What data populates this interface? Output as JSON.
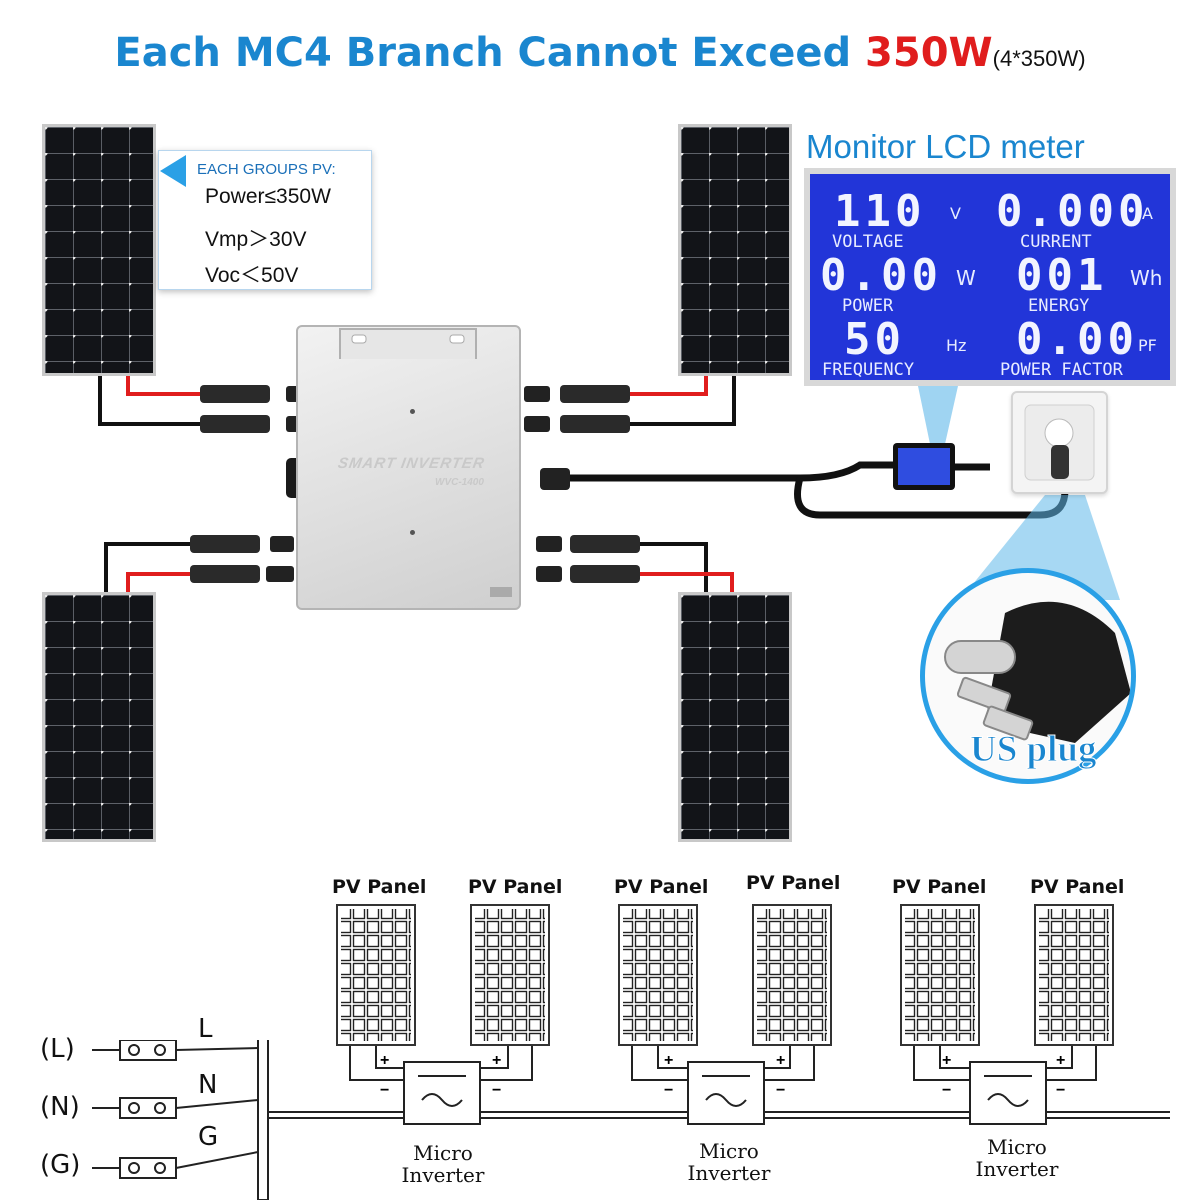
{
  "title": {
    "main": "Each MC4 Branch Cannot Exceed ",
    "highlight": "350W",
    "sub": "(4*350W)"
  },
  "spec_box": {
    "heading": "EACH GROUPS PV:",
    "lines": [
      "Power≤350W",
      "Vmp＞30V",
      "Voc＜50V"
    ]
  },
  "lcd": {
    "title": "Monitor LCD meter",
    "voltage": {
      "value": "110",
      "unit": "V",
      "label": "VOLTAGE"
    },
    "current": {
      "value": "0.000",
      "unit": "A",
      "label": "CURRENT"
    },
    "power": {
      "value": "0.00",
      "unit": "W",
      "label": "POWER"
    },
    "energy": {
      "value": "001",
      "unit": "Wh",
      "label": "ENERGY"
    },
    "frequency": {
      "value": "50",
      "unit": "Hz",
      "label": "FREQUENCY"
    },
    "power_factor": {
      "value": "0.00",
      "unit": "PF",
      "label": "POWER FACTOR"
    },
    "screen_color": "#2235d8"
  },
  "inverter": {
    "name": "SMART INVERTER",
    "model": "WVC-1400"
  },
  "plug": {
    "label": "US plug"
  },
  "schematic": {
    "panel_label": "PV Panel",
    "inverter_label_line1": "Micro",
    "inverter_label_line2": "Inverter",
    "lines": [
      {
        "tag": "(L)",
        "wire": "L"
      },
      {
        "tag": "(N)",
        "wire": "N"
      },
      {
        "tag": "(G)",
        "wire": "G"
      }
    ],
    "plus": "+",
    "minus": "−"
  },
  "colors": {
    "title_blue": "#1a86cf",
    "title_red": "#e01d1d",
    "accent_blue": "#2aa0e6",
    "wire_red": "#e01d1d",
    "wire_black": "#111111"
  }
}
